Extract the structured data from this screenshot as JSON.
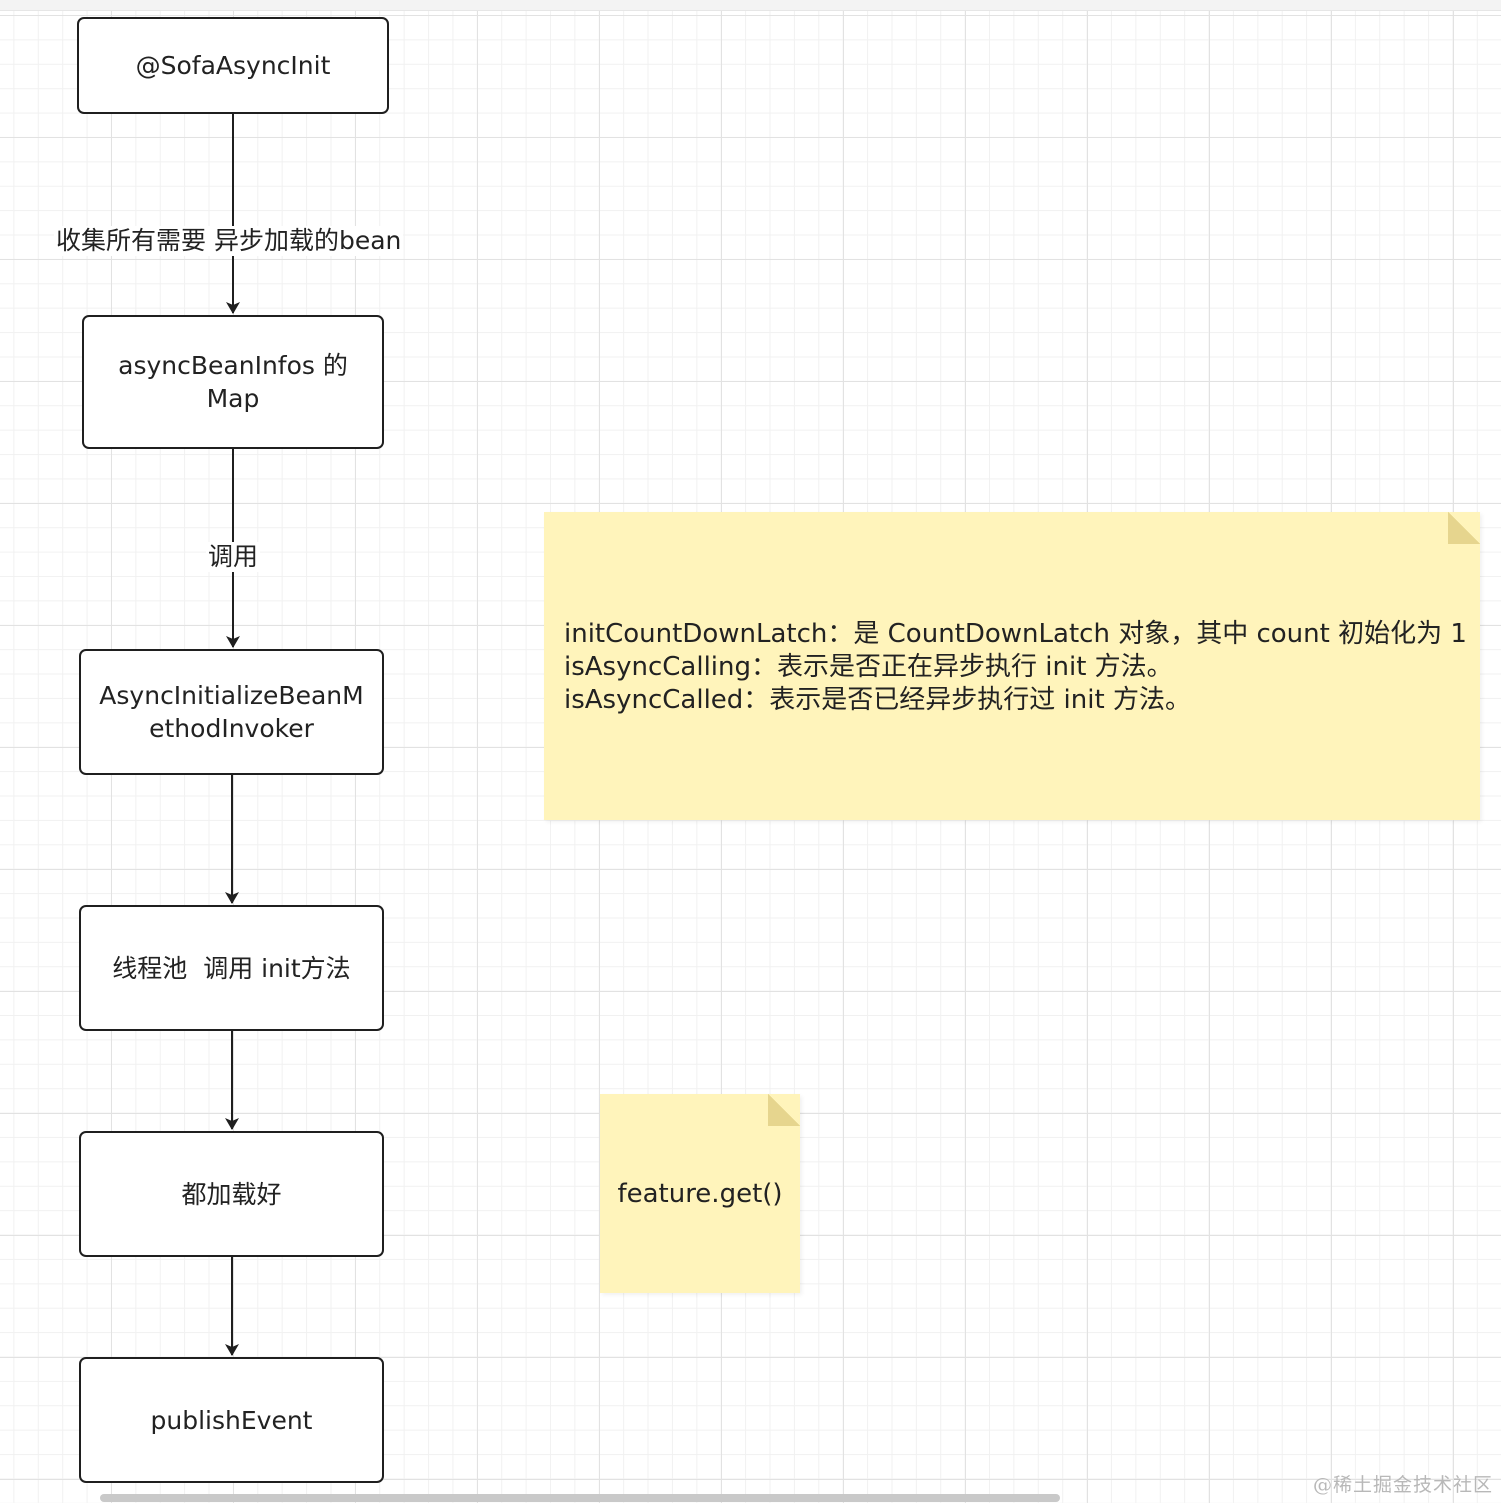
{
  "nodes": {
    "start": "@SofaAsyncInit",
    "async_bean_infos": [
      "asyncBeanInfos 的",
      "Map"
    ],
    "invoker": [
      "AsyncInitializeBeanM",
      "ethodInvoker"
    ],
    "thread_pool": "线程池  调用 init方法",
    "all_loaded": "都加载好",
    "publish": "publishEvent"
  },
  "edges": {
    "collect_label": "收集所有需要 异步加载的bean",
    "invoke_label": "调用"
  },
  "notes": {
    "latch": [
      "initCountDownLatch：是 CountDownLatch 对象，其中 count 初始化为 1",
      "isAsyncCalling：表示是否正在异步执行 init 方法。",
      "isAsyncCalled：表示是否已经异步执行过 init 方法。"
    ],
    "future": "feature.get()"
  },
  "watermark": "@稀土掘金技术社区",
  "colors": {
    "note_fill": "#fff4bb",
    "node_border": "#1f1f1f",
    "grid": "#e2e2e2"
  }
}
